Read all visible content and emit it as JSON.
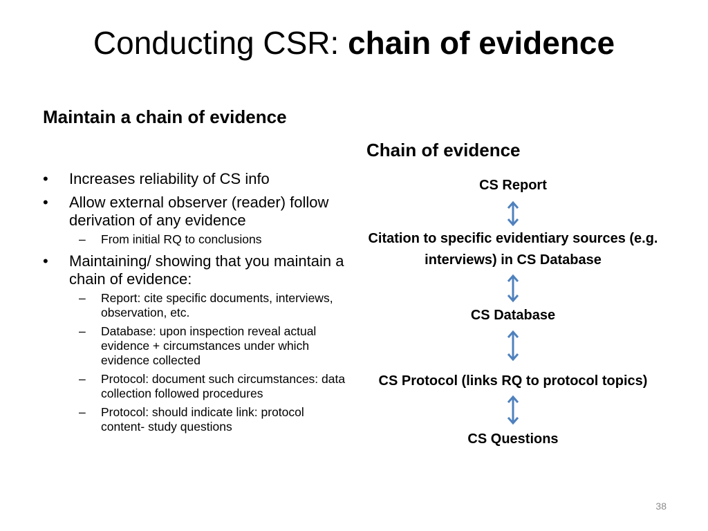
{
  "title": {
    "prefix": "Conducting CSR: ",
    "emphasis": "chain of evidence"
  },
  "left": {
    "heading": "Maintain a chain of evidence",
    "bullets": [
      {
        "marker": "•",
        "text": "Increases reliability of CS info"
      },
      {
        "marker": "•",
        "text": "Allow external observer (reader) follow derivation of any evidence",
        "sub": [
          {
            "marker": "–",
            "text": "From initial RQ to conclusions"
          }
        ]
      },
      {
        "marker": "•",
        "text": "Maintaining/ showing that you maintain a chain of evidence:",
        "sub": [
          {
            "marker": "–",
            "text": "Report: cite specific documents, interviews, observation, etc."
          },
          {
            "marker": "–",
            "text": "Database: upon inspection reveal actual evidence + circumstances under which evidence collected"
          },
          {
            "marker": "–",
            "text": "Protocol: document such circumstances: data collection followed procedures"
          },
          {
            "marker": "–",
            "text": "Protocol: should indicate link: protocol content- study questions"
          }
        ]
      }
    ]
  },
  "right": {
    "heading": "Chain of evidence",
    "nodes": [
      "CS Report",
      "Citation to specific evidentiary sources (e.g. interviews) in CS Database",
      "CS Database",
      "CS Protocol (links RQ to protocol topics)",
      "CS Questions"
    ],
    "arrow_icon": "double-headed-vertical-arrow-icon",
    "arrow_color": "#4f81bd"
  },
  "page_number": "38"
}
